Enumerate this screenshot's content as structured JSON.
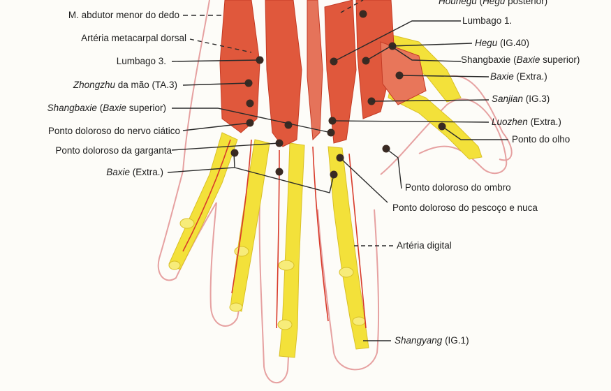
{
  "left_labels": [
    {
      "id": "abdutor",
      "parts": [
        {
          "t": "M. abdutor menor do dedo",
          "i": false
        }
      ]
    },
    {
      "id": "arteria-metacarpal",
      "parts": [
        {
          "t": "Artéria metacarpal dorsal",
          "i": false
        }
      ]
    },
    {
      "id": "lumbago3",
      "parts": [
        {
          "t": "Lumbago 3.",
          "i": false
        }
      ]
    },
    {
      "id": "zhongzhu",
      "parts": [
        {
          "t": "Zhongzhu",
          "i": true
        },
        {
          "t": " da mão (TA.3)",
          "i": false
        }
      ]
    },
    {
      "id": "shangbaxie-left",
      "parts": [
        {
          "t": "Shangbaxie",
          "i": true
        },
        {
          "t": " (",
          "i": false
        },
        {
          "t": "Baxie",
          "i": true
        },
        {
          "t": " superior)",
          "i": false
        }
      ]
    },
    {
      "id": "ciatico",
      "parts": [
        {
          "t": "Ponto doloroso do nervo ciático",
          "i": false
        }
      ]
    },
    {
      "id": "garganta",
      "parts": [
        {
          "t": "Ponto doloroso da garganta",
          "i": false
        }
      ]
    },
    {
      "id": "baxie-left",
      "parts": [
        {
          "t": "Baxie",
          "i": true
        },
        {
          "t": " (Extra.)",
          "i": false
        }
      ]
    }
  ],
  "right_labels": [
    {
      "id": "houhegu",
      "parts": [
        {
          "t": "Houhegu",
          "i": true
        },
        {
          "t": " (",
          "i": false
        },
        {
          "t": "Hegu",
          "i": true
        },
        {
          "t": " posterior)",
          "i": false
        }
      ]
    },
    {
      "id": "lumbago1",
      "parts": [
        {
          "t": "Lumbago 1.",
          "i": false
        }
      ]
    },
    {
      "id": "hegu",
      "parts": [
        {
          "t": "Hegu",
          "i": true
        },
        {
          "t": " (IG.40)",
          "i": false
        }
      ]
    },
    {
      "id": "shangbaxie-right",
      "parts": [
        {
          "t": "Shangbaxie",
          "i": false
        },
        {
          "t": " (",
          "i": false
        },
        {
          "t": "Baxie",
          "i": true
        },
        {
          "t": " superior)",
          "i": false
        }
      ]
    },
    {
      "id": "baxie-right",
      "parts": [
        {
          "t": "Baxie",
          "i": true
        },
        {
          "t": " (Extra.)",
          "i": false
        }
      ]
    },
    {
      "id": "sanjian",
      "parts": [
        {
          "t": "Sanjian",
          "i": true
        },
        {
          "t": " (IG.3)",
          "i": false
        }
      ]
    },
    {
      "id": "luozhen",
      "parts": [
        {
          "t": "Luozhen",
          "i": true
        },
        {
          "t": " (Extra.)",
          "i": false
        }
      ]
    },
    {
      "id": "olho",
      "parts": [
        {
          "t": "Ponto do olho",
          "i": false
        }
      ]
    },
    {
      "id": "ombro",
      "parts": [
        {
          "t": "Ponto doloroso do ombro",
          "i": false
        }
      ]
    },
    {
      "id": "pescoco",
      "parts": [
        {
          "t": "Ponto doloroso do pescoço e nuca",
          "i": false
        }
      ]
    },
    {
      "id": "arteria-digital",
      "parts": [
        {
          "t": "Artéria digital",
          "i": false
        }
      ]
    },
    {
      "id": "shangyang",
      "parts": [
        {
          "t": "Shangyang",
          "i": true
        },
        {
          "t": " (IG.1)",
          "i": false
        }
      ]
    }
  ],
  "colors": {
    "skin_outline": "#e6a1a1",
    "muscle": "#e0583c",
    "muscle_dark": "#c43a24",
    "bone": "#f3e13a",
    "bone_shade": "#d9c028",
    "point": "#3a2a22",
    "leader": "#2a2a2a"
  }
}
